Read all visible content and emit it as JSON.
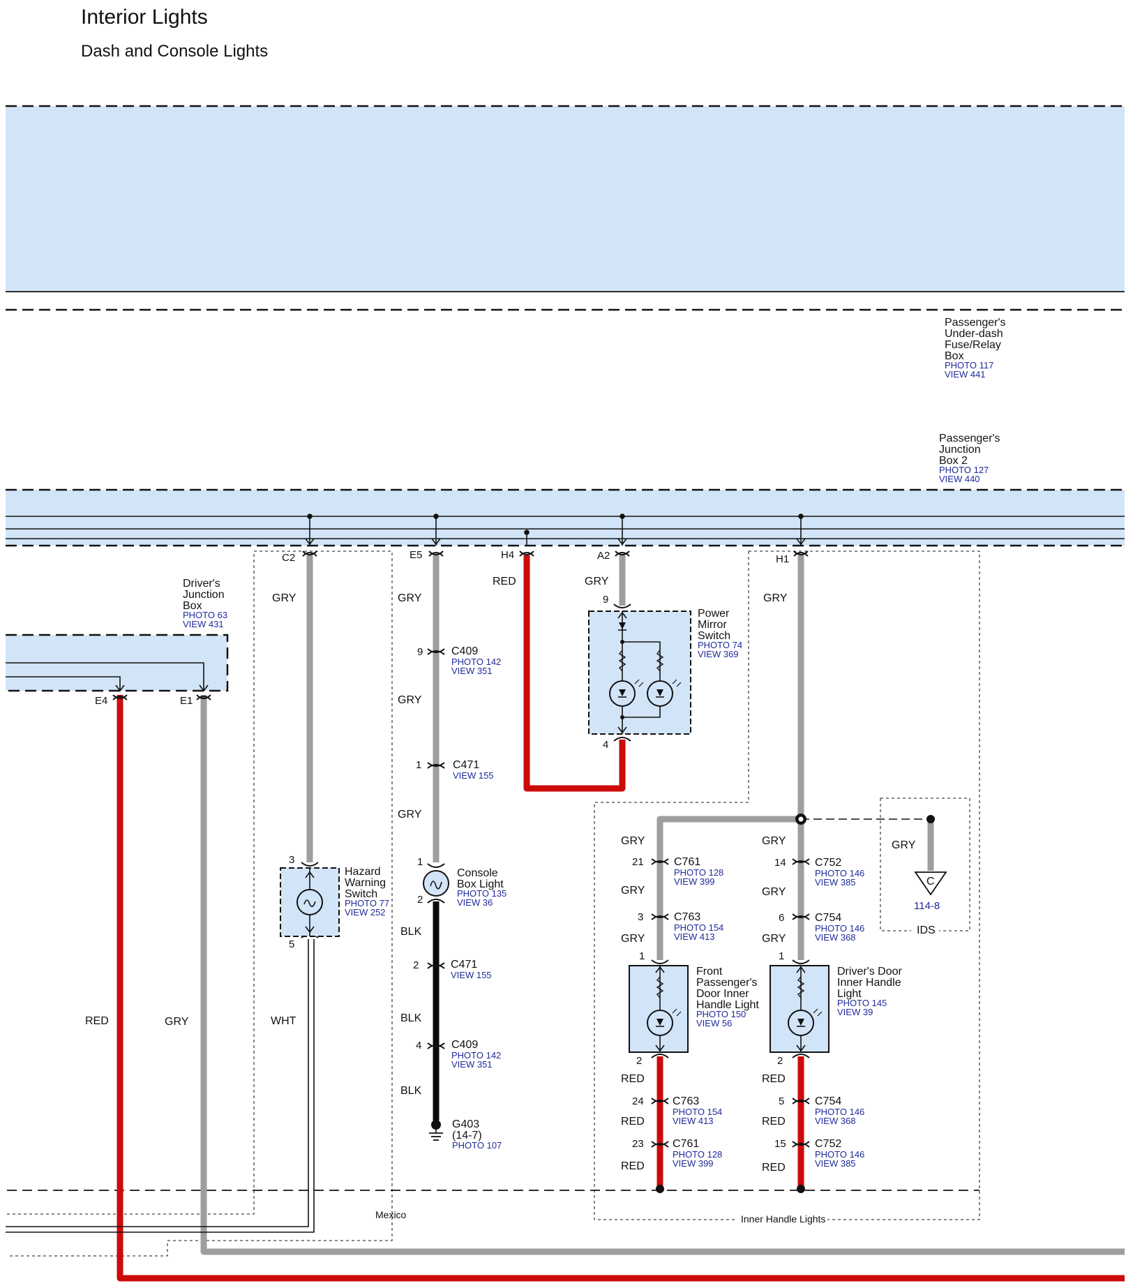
{
  "header": {
    "title": "Interior Lights",
    "subtitle": "Dash and Console Lights"
  },
  "colors": {
    "box_fill": "#d2e4f7",
    "wire_red": "#cc0a0a",
    "wire_gray": "#9e9e9e",
    "wire_black": "#0b0b0b",
    "ref_text": "#1f2a9a"
  },
  "boxes": {
    "underdash": {
      "lines": [
        "Passenger's",
        "Under-dash",
        "Fuse/Relay",
        "Box"
      ],
      "refs": [
        "PHOTO 117",
        "VIEW 441"
      ]
    },
    "junction2": {
      "lines": [
        "Passenger's",
        "Junction",
        "Box 2"
      ],
      "refs": [
        "PHOTO 127",
        "VIEW 440"
      ]
    },
    "driver_jb": {
      "lines": [
        "Driver's",
        "Junction",
        "Box"
      ],
      "refs": [
        "PHOTO 63",
        "VIEW 431"
      ]
    }
  },
  "pins": {
    "c2": "C2",
    "e5": "E5",
    "h4": "H4",
    "a2": "A2",
    "h1": "H1",
    "e4": "E4",
    "e1": "E1"
  },
  "wire_labels": {
    "gry": "GRY",
    "red": "RED",
    "blk": "BLK",
    "wht": "WHT"
  },
  "components": {
    "hazard": {
      "lines": [
        "Hazard",
        "Warning",
        "Switch"
      ],
      "refs": [
        "PHOTO 77",
        "VIEW 252"
      ],
      "pin_top": "3",
      "pin_bottom": "5"
    },
    "console": {
      "lines": [
        "Console",
        "Box Light"
      ],
      "refs": [
        "PHOTO 135",
        "VIEW 36"
      ],
      "pin_top": "1",
      "pin_bottom": "2"
    },
    "mirror": {
      "lines": [
        "Power",
        "Mirror",
        "Switch"
      ],
      "refs": [
        "PHOTO 74",
        "VIEW 369"
      ],
      "pin_top": "9",
      "pin_bottom": "4"
    },
    "front_pass": {
      "lines": [
        "Front",
        "Passenger's",
        "Door Inner",
        "Handle Light"
      ],
      "refs": [
        "PHOTO 150",
        "VIEW 56"
      ],
      "pin_top": "1",
      "pin_bottom": "2"
    },
    "driver_door": {
      "lines": [
        "Driver's Door",
        "Inner Handle",
        "Light"
      ],
      "refs": [
        "PHOTO 145",
        "VIEW 39"
      ],
      "pin_top": "1",
      "pin_bottom": "2"
    }
  },
  "connectors": {
    "console_col": [
      {
        "pin": "9",
        "name": "C409",
        "refs": [
          "PHOTO 142",
          "VIEW 351"
        ]
      },
      {
        "pin": "1",
        "name": "C471",
        "refs": [
          "VIEW 155"
        ]
      },
      {
        "pin": "2",
        "name": "C471",
        "refs": [
          "VIEW 155"
        ]
      },
      {
        "pin": "4",
        "name": "C409",
        "refs": [
          "PHOTO 142",
          "VIEW 351"
        ]
      }
    ],
    "front_pass_col": [
      {
        "pin": "21",
        "name": "C761",
        "refs": [
          "PHOTO 128",
          "VIEW 399"
        ]
      },
      {
        "pin": "3",
        "name": "C763",
        "refs": [
          "PHOTO 154",
          "VIEW 413"
        ]
      },
      {
        "pin": "24",
        "name": "C763",
        "refs": [
          "PHOTO 154",
          "VIEW 413"
        ]
      },
      {
        "pin": "23",
        "name": "C761",
        "refs": [
          "PHOTO 128",
          "VIEW 399"
        ]
      }
    ],
    "driver_door_col": [
      {
        "pin": "14",
        "name": "C752",
        "refs": [
          "PHOTO 146",
          "VIEW 385"
        ]
      },
      {
        "pin": "6",
        "name": "C754",
        "refs": [
          "PHOTO 146",
          "VIEW 368"
        ]
      },
      {
        "pin": "5",
        "name": "C754",
        "refs": [
          "PHOTO 146",
          "VIEW 368"
        ]
      },
      {
        "pin": "15",
        "name": "C752",
        "refs": [
          "PHOTO 146",
          "VIEW 385"
        ]
      }
    ]
  },
  "ground": {
    "lines": [
      "G403",
      "(14-7)"
    ],
    "refs": [
      "PHOTO 107"
    ]
  },
  "offpage": {
    "symbol": "C",
    "ref": "114-8"
  },
  "regions": {
    "ids": "IDS",
    "mexico": "Mexico",
    "inner_handle": "Inner Handle Lights"
  }
}
